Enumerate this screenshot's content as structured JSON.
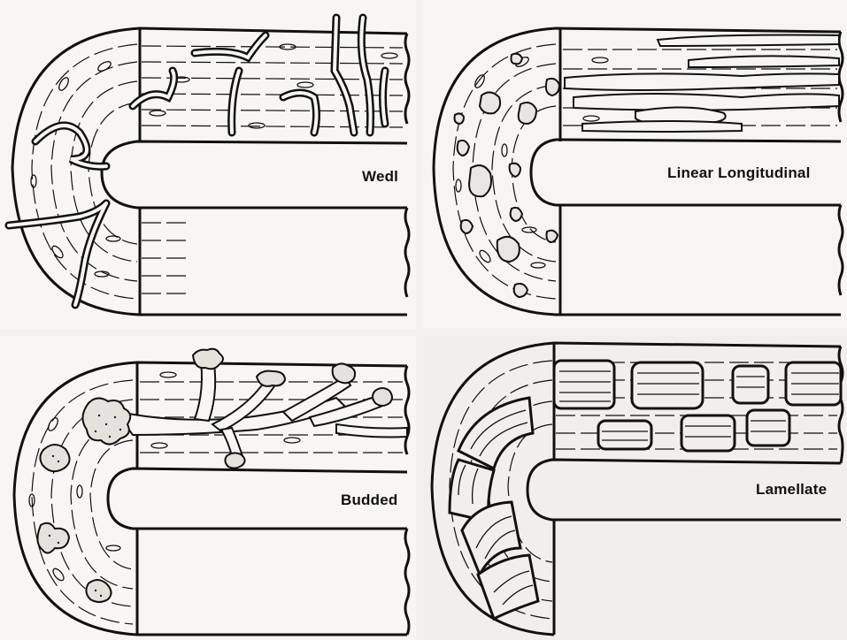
{
  "panels": {
    "wedl": {
      "label": "Wedl"
    },
    "linear_longitudinal": {
      "label": "Linear Longitudinal"
    },
    "budded": {
      "label": "Budded"
    },
    "lamellate": {
      "label": "Lamellate"
    }
  },
  "colors": {
    "ink": "#111111",
    "paper": "#f7f6f4",
    "stipple": "#222222"
  }
}
